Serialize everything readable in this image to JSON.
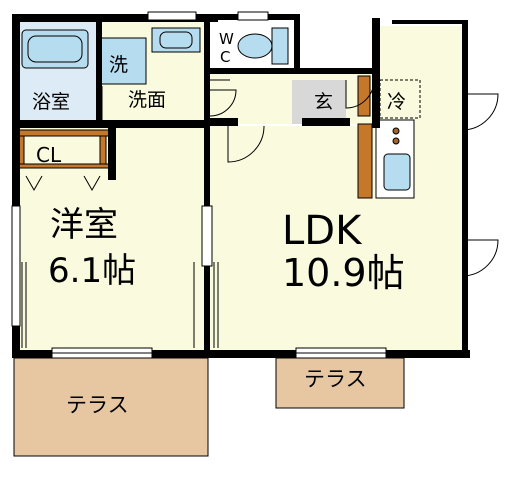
{
  "rooms": {
    "bath": "浴室",
    "washer": "洗",
    "washroom": "洗面",
    "wc_top": "W",
    "wc_bottom": "C",
    "entrance": "玄",
    "fridge": "冷",
    "closet": "CL",
    "western_room": "洋室",
    "western_size": "6.1帖",
    "ldk": "LDK",
    "ldk_size": "10.9帖",
    "terrace_left": "テラス",
    "terrace_right": "テラス"
  },
  "colors": {
    "floor": "#fafade",
    "fixture": "#b6dcf0",
    "terrace": "#e6c7a2",
    "closet_wood": "#c6782a",
    "wall": "#000000",
    "entrance_floor": "#d8d8d8"
  }
}
